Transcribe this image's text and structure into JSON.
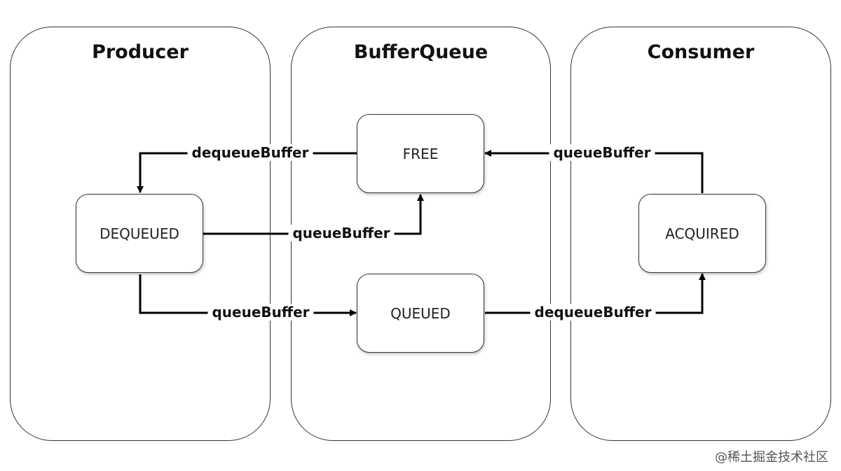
{
  "lanes": {
    "producer": "Producer",
    "bufferqueue": "BufferQueue",
    "consumer": "Consumer"
  },
  "states": {
    "free": "FREE",
    "dequeued": "DEQUEUED",
    "queued": "QUEUED",
    "acquired": "ACQUIRED"
  },
  "edges": {
    "free_to_dequeued": "dequeueBuffer",
    "dequeued_to_free": "queueBuffer",
    "dequeued_to_queued": "queueBuffer",
    "queued_to_acquired": "dequeueBuffer",
    "acquired_to_free": "queueBuffer"
  },
  "watermark": "@稀土掘金技术社区"
}
